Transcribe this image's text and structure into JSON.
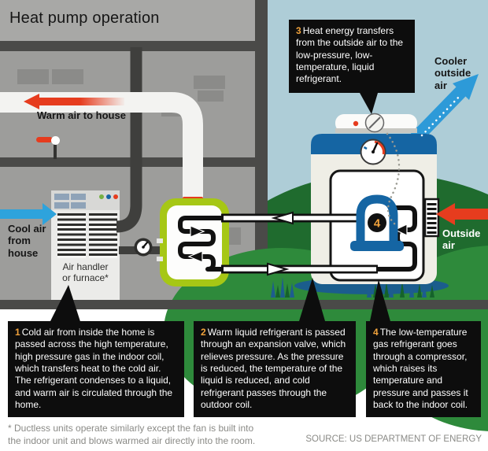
{
  "title": "Heat pump operation",
  "labels": {
    "warm_air": "Warm air to house",
    "cool_air": "Cool air\nfrom\nhouse",
    "air_handler": "Air handler\nor furnace*",
    "cooler_outside_air": "Cooler\noutside\nair",
    "outside_air": "Outside\nair",
    "compressor_badge": "4"
  },
  "callouts": [
    {
      "num": "3",
      "text": "Heat energy transfers from the outside air to the low-pressure, low-temperature, liquid refrigerant."
    },
    {
      "num": "1",
      "text": "Cold air from inside the home is passed across the high temperature, high pressure gas in the indoor coil, which transfers heat to the cold air. The refrigerant condenses to a liquid, and warm air is circulated through the home."
    },
    {
      "num": "2",
      "text": "Warm liquid refrigerant is passed through an expansion valve, which relieves pressure. As the pressure is reduced, the temperature of the liquid is reduced, and cold refrigerant passes through the outdoor coil."
    },
    {
      "num": "4",
      "text": "The low-temperature gas refrigerant goes through a compressor, which raises its temperature and pressure and passes it back to the indoor coil."
    }
  ],
  "footnote": "* Ductless units operate similarly except the fan is built into\nthe indoor unit and blows warmed air directly into the room.",
  "source": "SOURCE: US DEPARTMENT OF ENERGY",
  "colors": {
    "accent_red": "#e63c1e",
    "accent_blue": "#2d9ad8",
    "compressor_blue": "#1565a3",
    "coil_green": "#a6c715",
    "callout_bg": "#0d0d0d",
    "number_orange": "#f2a33c",
    "sky": "#aecdd7",
    "grass_dark": "#1f6b2e",
    "wall_gray": "#9d9d9b",
    "charcoal": "#4a4a48"
  }
}
